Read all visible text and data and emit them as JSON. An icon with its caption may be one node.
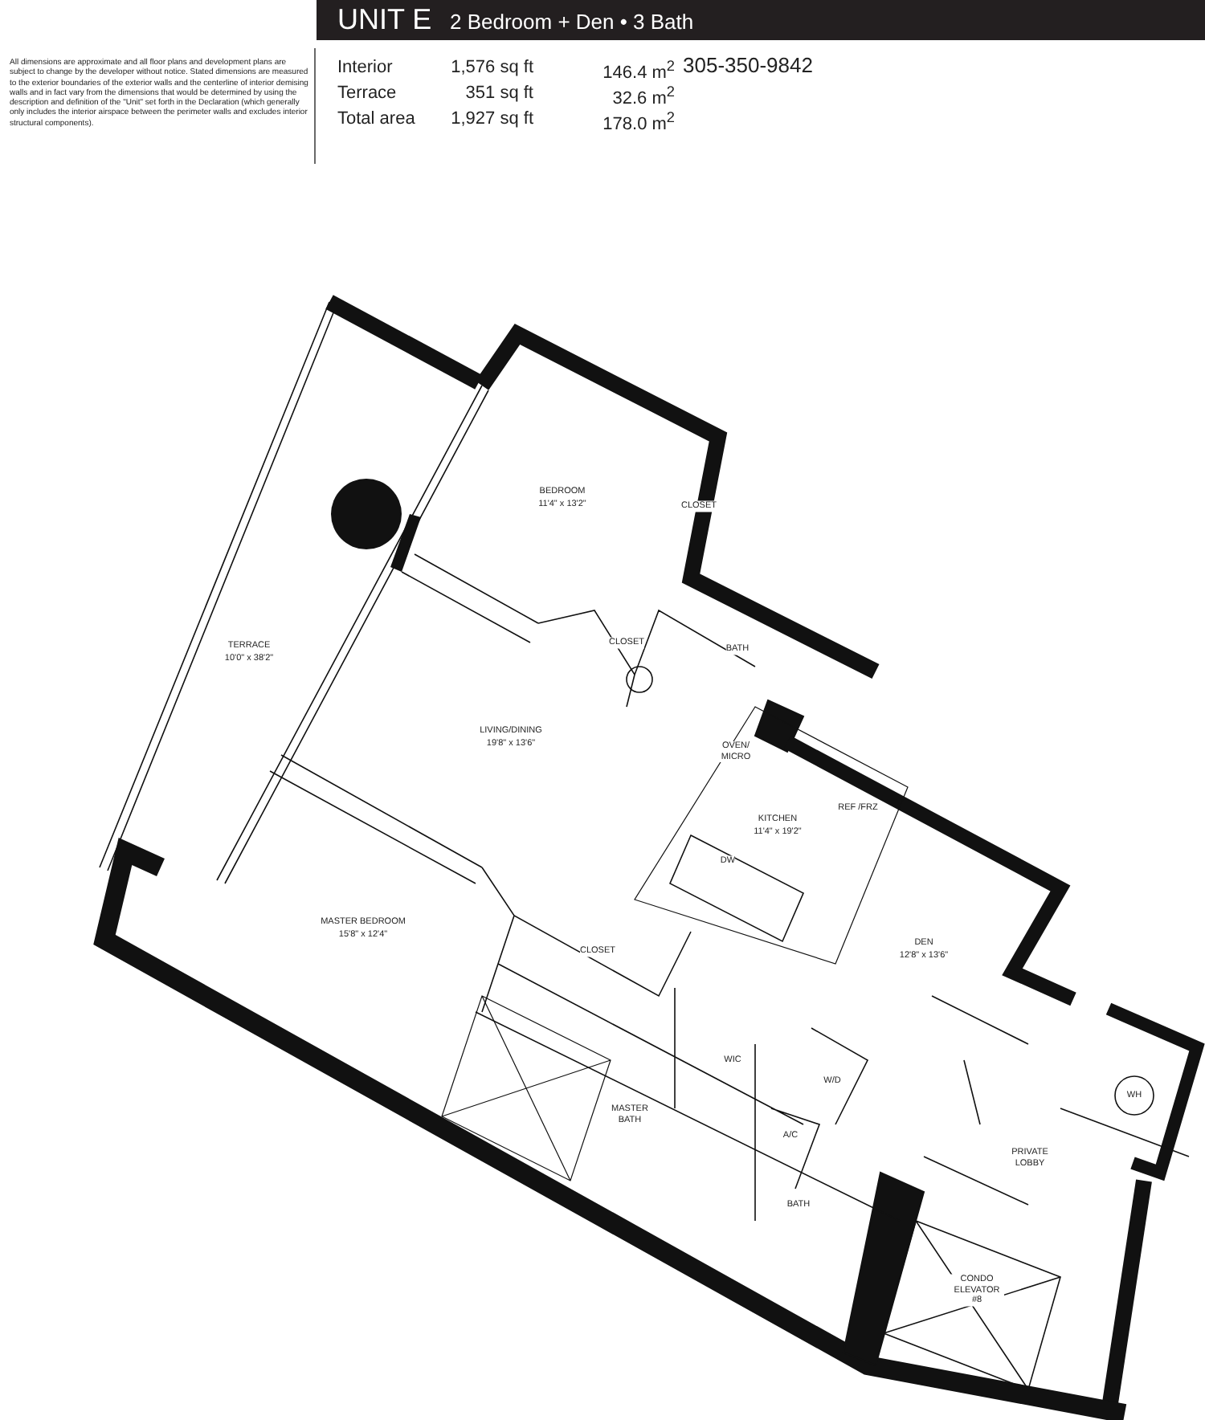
{
  "diagram": {
    "title": "UNIT E",
    "labels": [
      "2 Bedroom + Den • 3 Bath",
      "All dimensions are approximate and all floor plans and development plans are subject to change by the developer without notice. Stated dimensions are measured to the exterior boundaries of the exterior walls and the centerline of interior demising walls and in fact vary from the dimensions that would be determined by using the description and definition of the \"Unit\" set forth in the Declaration (which generally only includes the interior airspace between the perimeter walls and excludes interior structural components).",
      "Interior",
      "1,576 sq ft",
      "146.4 m$^{2}$",
      "Terrace",
      "351 sq ft",
      "32.6 m$^{2}$",
      "Total area",
      "1,927 sq ft",
      "178.0 m$^{2}$",
      "305-350-9842",
      "BEDROOM",
      "11'4\" x 13'2\"",
      "CLOSET",
      "TERRACE",
      "10'0\" x 38'2\"",
      "CLOSET",
      "BATH",
      "LIVING/DINING",
      "19'8\" x 13'6\"",
      "OVEN/ MICRO",
      "REF /FRZ",
      "KITCHEN",
      "11'4\" x 19'2\"",
      "DW",
      "MASTER BEDROOM",
      "15'8\" x 12'4\"",
      "DEN",
      "12'8\" x 13'6\"",
      "CLOSET",
      "WIC",
      "W/D",
      "WH",
      "MASTER BATH",
      "A/C",
      "PRIVATE LOBBY",
      "BATH",
      "CONDO ELEVATOR #8"
    ]
  }
}
